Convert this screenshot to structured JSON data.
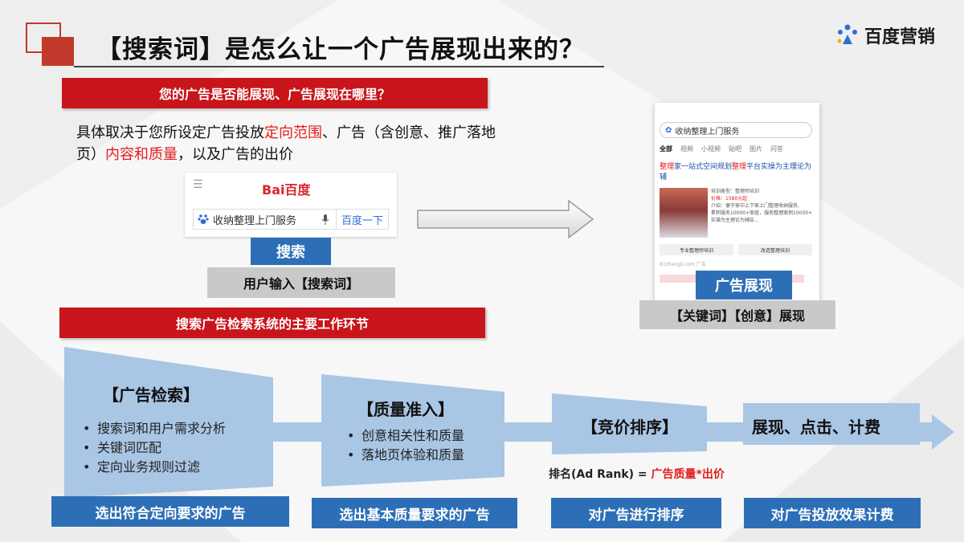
{
  "title": "【搜索词】是怎么让一个广告展现出来的？",
  "logo": {
    "text": "百度营销",
    "icon": "baidu-marketing-logo-icon"
  },
  "section1": {
    "heading": "您的广告是否能展现、广告展现在哪里？",
    "desc_parts": [
      {
        "text": "具体取决于您所设定广告投放",
        "red": false
      },
      {
        "text": "定向范围",
        "red": true
      },
      {
        "text": "、广告（含创意、推广落地页）",
        "red": false
      },
      {
        "text": "内容和质量",
        "red": true
      },
      {
        "text": "，以及广告的出价",
        "red": false
      }
    ]
  },
  "baidu": {
    "menu_icon": "menu-icon",
    "logo_text": "Bai百度",
    "query": "收纳整理上门服务",
    "search_button": "百度一下",
    "mic_icon": "microphone-icon",
    "paw_icon": "baidu-paw-icon"
  },
  "search_label": "搜索",
  "user_input_label": "用户输入【搜索词】",
  "phone": {
    "query": "收纳整理上门服务",
    "tabs": [
      "全部",
      "视频",
      "小视频",
      "贴吧",
      "图片",
      "问答"
    ],
    "result_title_parts": [
      {
        "text": "整理",
        "red": true
      },
      {
        "text": "家一站式空间规划",
        "red": false
      },
      {
        "text": "整理",
        "red": true
      },
      {
        "text": "平台实操为主理论为辅",
        "red": false
      }
    ],
    "lines": [
      "培训类型：整理师培训",
      "价格：1580元起",
      "介绍：便于家中上下家上门整理收纳服务,",
      "累积服务10000+家庭，服务整理案例10000+",
      "实操为主理论为辅告..."
    ],
    "buttons": [
      "专业整理师培训",
      "改造整理培训"
    ],
    "url": "81zhengli.com 广告"
  },
  "ad_display_label": "广告展现",
  "kw_creative_label": "【关键词】【创意】展现",
  "section2": {
    "heading": "搜索广告检索系统的主要工作环节"
  },
  "stages": [
    {
      "title": "【广告检索】",
      "bullets": [
        "搜索词和用户需求分析",
        "关键词匹配",
        "定向业务规则过滤"
      ],
      "footer": "选出符合定向要求的广告"
    },
    {
      "title": "【质量准入】",
      "bullets": [
        "创意相关性和质量",
        "落地页体验和质量"
      ],
      "footer": "选出基本质量要求的广告"
    },
    {
      "title": "【竞价排序】",
      "bullets": [],
      "footer": "对广告进行排序"
    },
    {
      "title": "展现、点击、计费",
      "bullets": [],
      "footer": "对广告投放效果计费"
    }
  ],
  "rank": {
    "prefix": "排名(Ad Rank) = ",
    "quality": "广告质量",
    "op": "*",
    "bid": "出价"
  },
  "colors": {
    "red": "#c8151b",
    "blue": "#2d6fb7",
    "light_blue": "#a9c6e5",
    "highlight_red": "#e31d1d"
  }
}
